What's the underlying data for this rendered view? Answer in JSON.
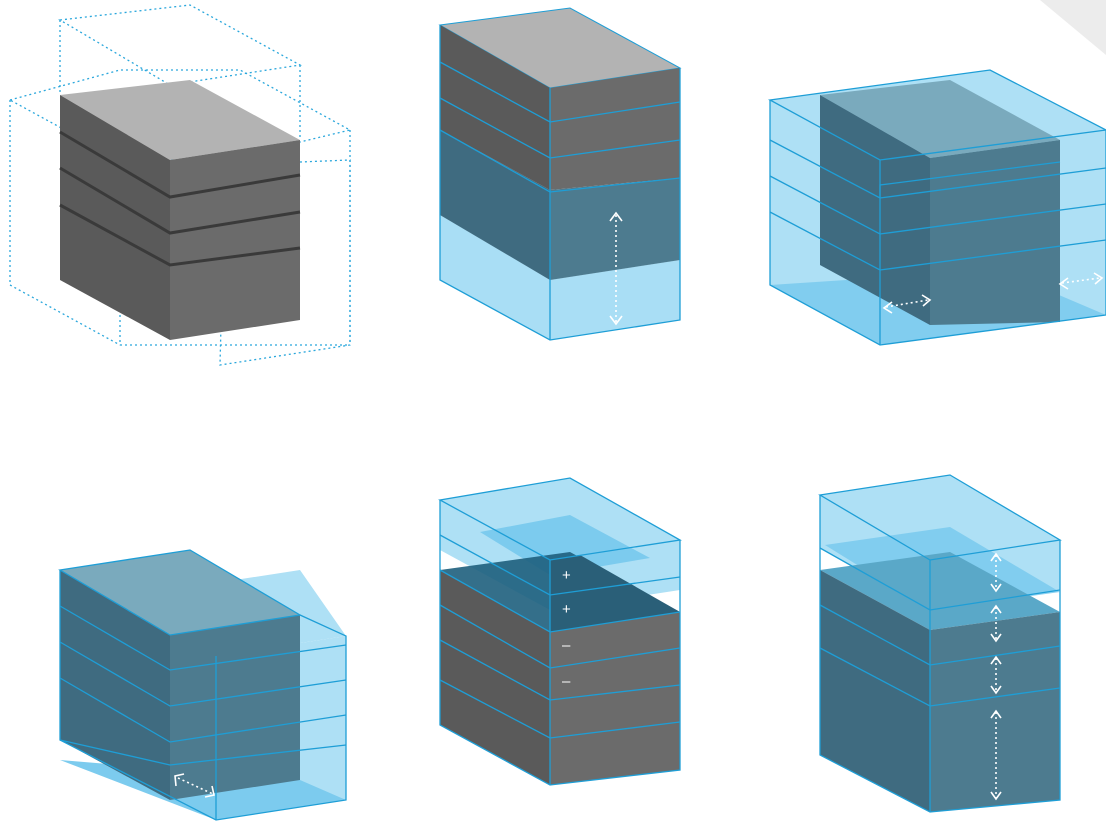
{
  "title": "",
  "panels": [
    {
      "id": "envelope-volumes",
      "caption": ""
    },
    {
      "id": "vertical-extension",
      "caption": ""
    },
    {
      "id": "horizontal-extension-both-sides",
      "caption": ""
    },
    {
      "id": "horizontal-extension-one-side",
      "caption": ""
    },
    {
      "id": "storey-addition-removal",
      "caption": "",
      "markers": [
        "+",
        "+",
        "–",
        "–"
      ]
    },
    {
      "id": "storey-height-variation",
      "caption": ""
    }
  ],
  "colors": {
    "dark_gray_front": "#5a5a5a",
    "dark_gray_side": "#6b6b6b",
    "light_gray_top": "#b3b3b3",
    "teal_front": "#3f6b80",
    "teal_side": "#4d7b8f",
    "teal_top": "#7aaabd",
    "light_blue_fill": "#aee0f5",
    "blue_fill": "#7ccbee",
    "edge_blue": "#1e9ed6",
    "dotted_blue": "#2aa7dc",
    "arrow_white": "#ffffff"
  }
}
